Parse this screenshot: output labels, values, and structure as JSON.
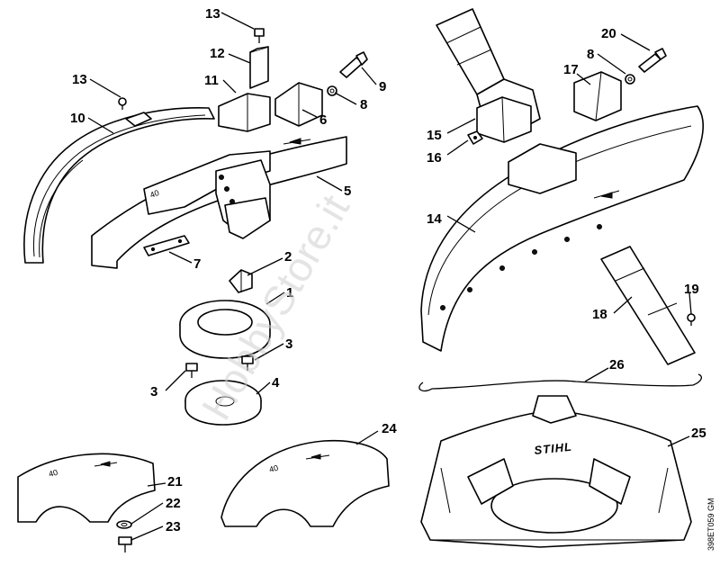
{
  "parts": {
    "p1": "1",
    "p2": "2",
    "p3a": "3",
    "p3b": "3",
    "p4": "4",
    "p5": "5",
    "p6": "6",
    "p7": "7",
    "p8a": "8",
    "p8b": "8",
    "p9": "9",
    "p10": "10",
    "p11": "11",
    "p12": "12",
    "p13a": "13",
    "p13b": "13",
    "p14": "14",
    "p15": "15",
    "p16": "16",
    "p17": "17",
    "p18": "18",
    "p19": "19",
    "p20": "20",
    "p21": "21",
    "p22": "22",
    "p23": "23",
    "p24": "24",
    "p25": "25",
    "p26": "26"
  },
  "watermark": "HobbyStore.it",
  "brand_logo": "STIHL",
  "drawing_code": "398ET059 GM"
}
